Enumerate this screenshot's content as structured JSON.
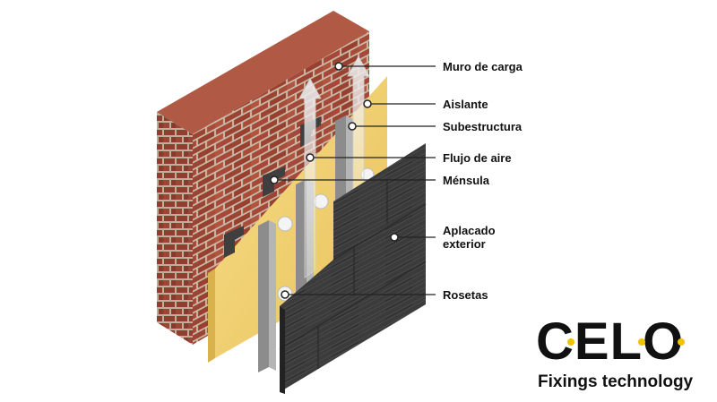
{
  "callouts": [
    {
      "label": "Muro de carga"
    },
    {
      "label": "Aislante"
    },
    {
      "label": "Subestructura"
    },
    {
      "label": "Flujo de aire"
    },
    {
      "label": "Ménsula"
    },
    {
      "label": "Aplacado\nexterior"
    },
    {
      "label": "Rosetas"
    }
  ],
  "logo": {
    "wordmark": "CELO",
    "tagline": "Fixings technology",
    "accent_color": "#f2c200"
  },
  "colors": {
    "brick": "#a5483a",
    "mortar": "#c9b8a4",
    "insulation": "#f0cf6e",
    "profile": "#8c8c8c",
    "cladding": "#3a3a3a",
    "airflow": "#e6e6e6"
  }
}
